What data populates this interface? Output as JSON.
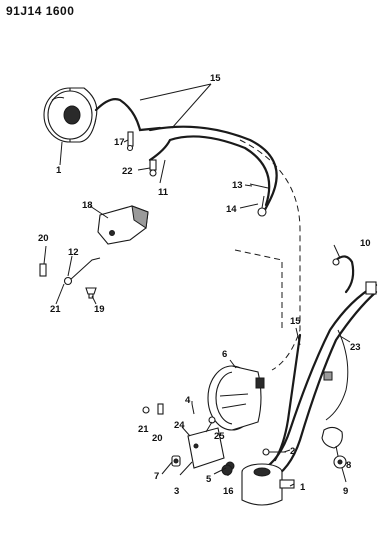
{
  "header": {
    "code": "91J14 1600"
  },
  "callouts": {
    "c1_top": "1",
    "c1_bottom": "1",
    "c2": "2",
    "c3": "3",
    "c4": "4",
    "c5": "5",
    "c6": "6",
    "c7": "7",
    "c8": "8",
    "c9": "9",
    "c10": "10",
    "c11": "11",
    "c12": "12",
    "c13": "13",
    "c14": "14",
    "c15_top": "15",
    "c15_mid": "15",
    "c16": "16",
    "c17": "17",
    "c18": "18",
    "c19": "19",
    "c20_left": "20",
    "c20_bottom": "20",
    "c21_left": "21",
    "c21_bottom": "21",
    "c22": "22",
    "c23": "23",
    "c24": "24",
    "c25": "25"
  }
}
